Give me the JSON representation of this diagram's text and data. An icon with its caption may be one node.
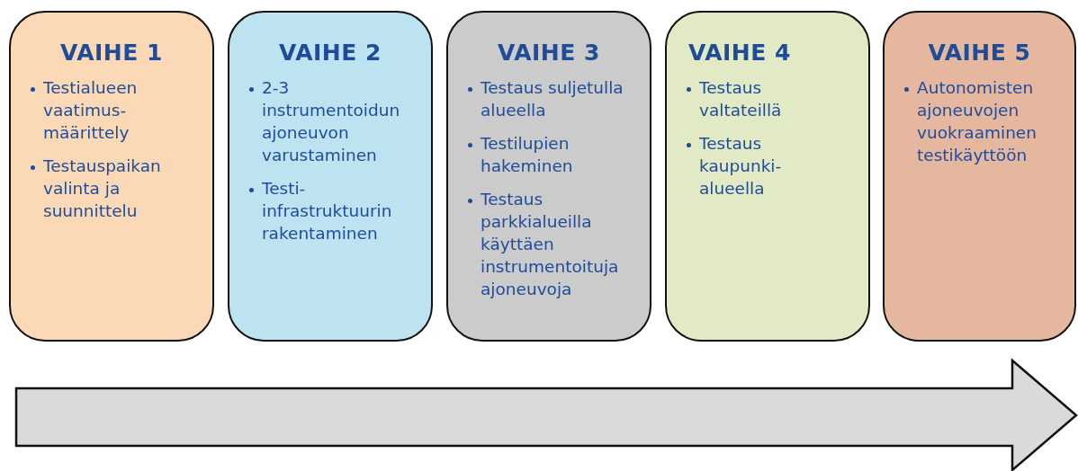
{
  "diagram": {
    "nodes": [
      {
        "text": [
          "VAIHE 1",
          "Testialueen vaatimus-määrittely",
          "Testauspaikan valinta ja suunnittelu"
        ]
      },
      {
        "text": [
          "VAIHE 2",
          "2-3 instrumentoidun ajoneuvon varustaminen",
          "Testi-infrastruktuurin rakentaminen"
        ]
      },
      {
        "text": [
          "VAIHE 3",
          "Testaus suljetulla alueella",
          "Testilupien hakeminen",
          "Testaus parkkialueilla käyttäen instrumentoituja ajoneuvoja"
        ]
      },
      {
        "text": [
          "VAIHE 4",
          "Testaus valtateillä",
          "Testaus kaupunki-alueella"
        ]
      },
      {
        "text": [
          "VAIHE 5",
          "Autonomisten ajoneuvojen vuokraaminen testikäyttöön"
        ]
      }
    ]
  }
}
